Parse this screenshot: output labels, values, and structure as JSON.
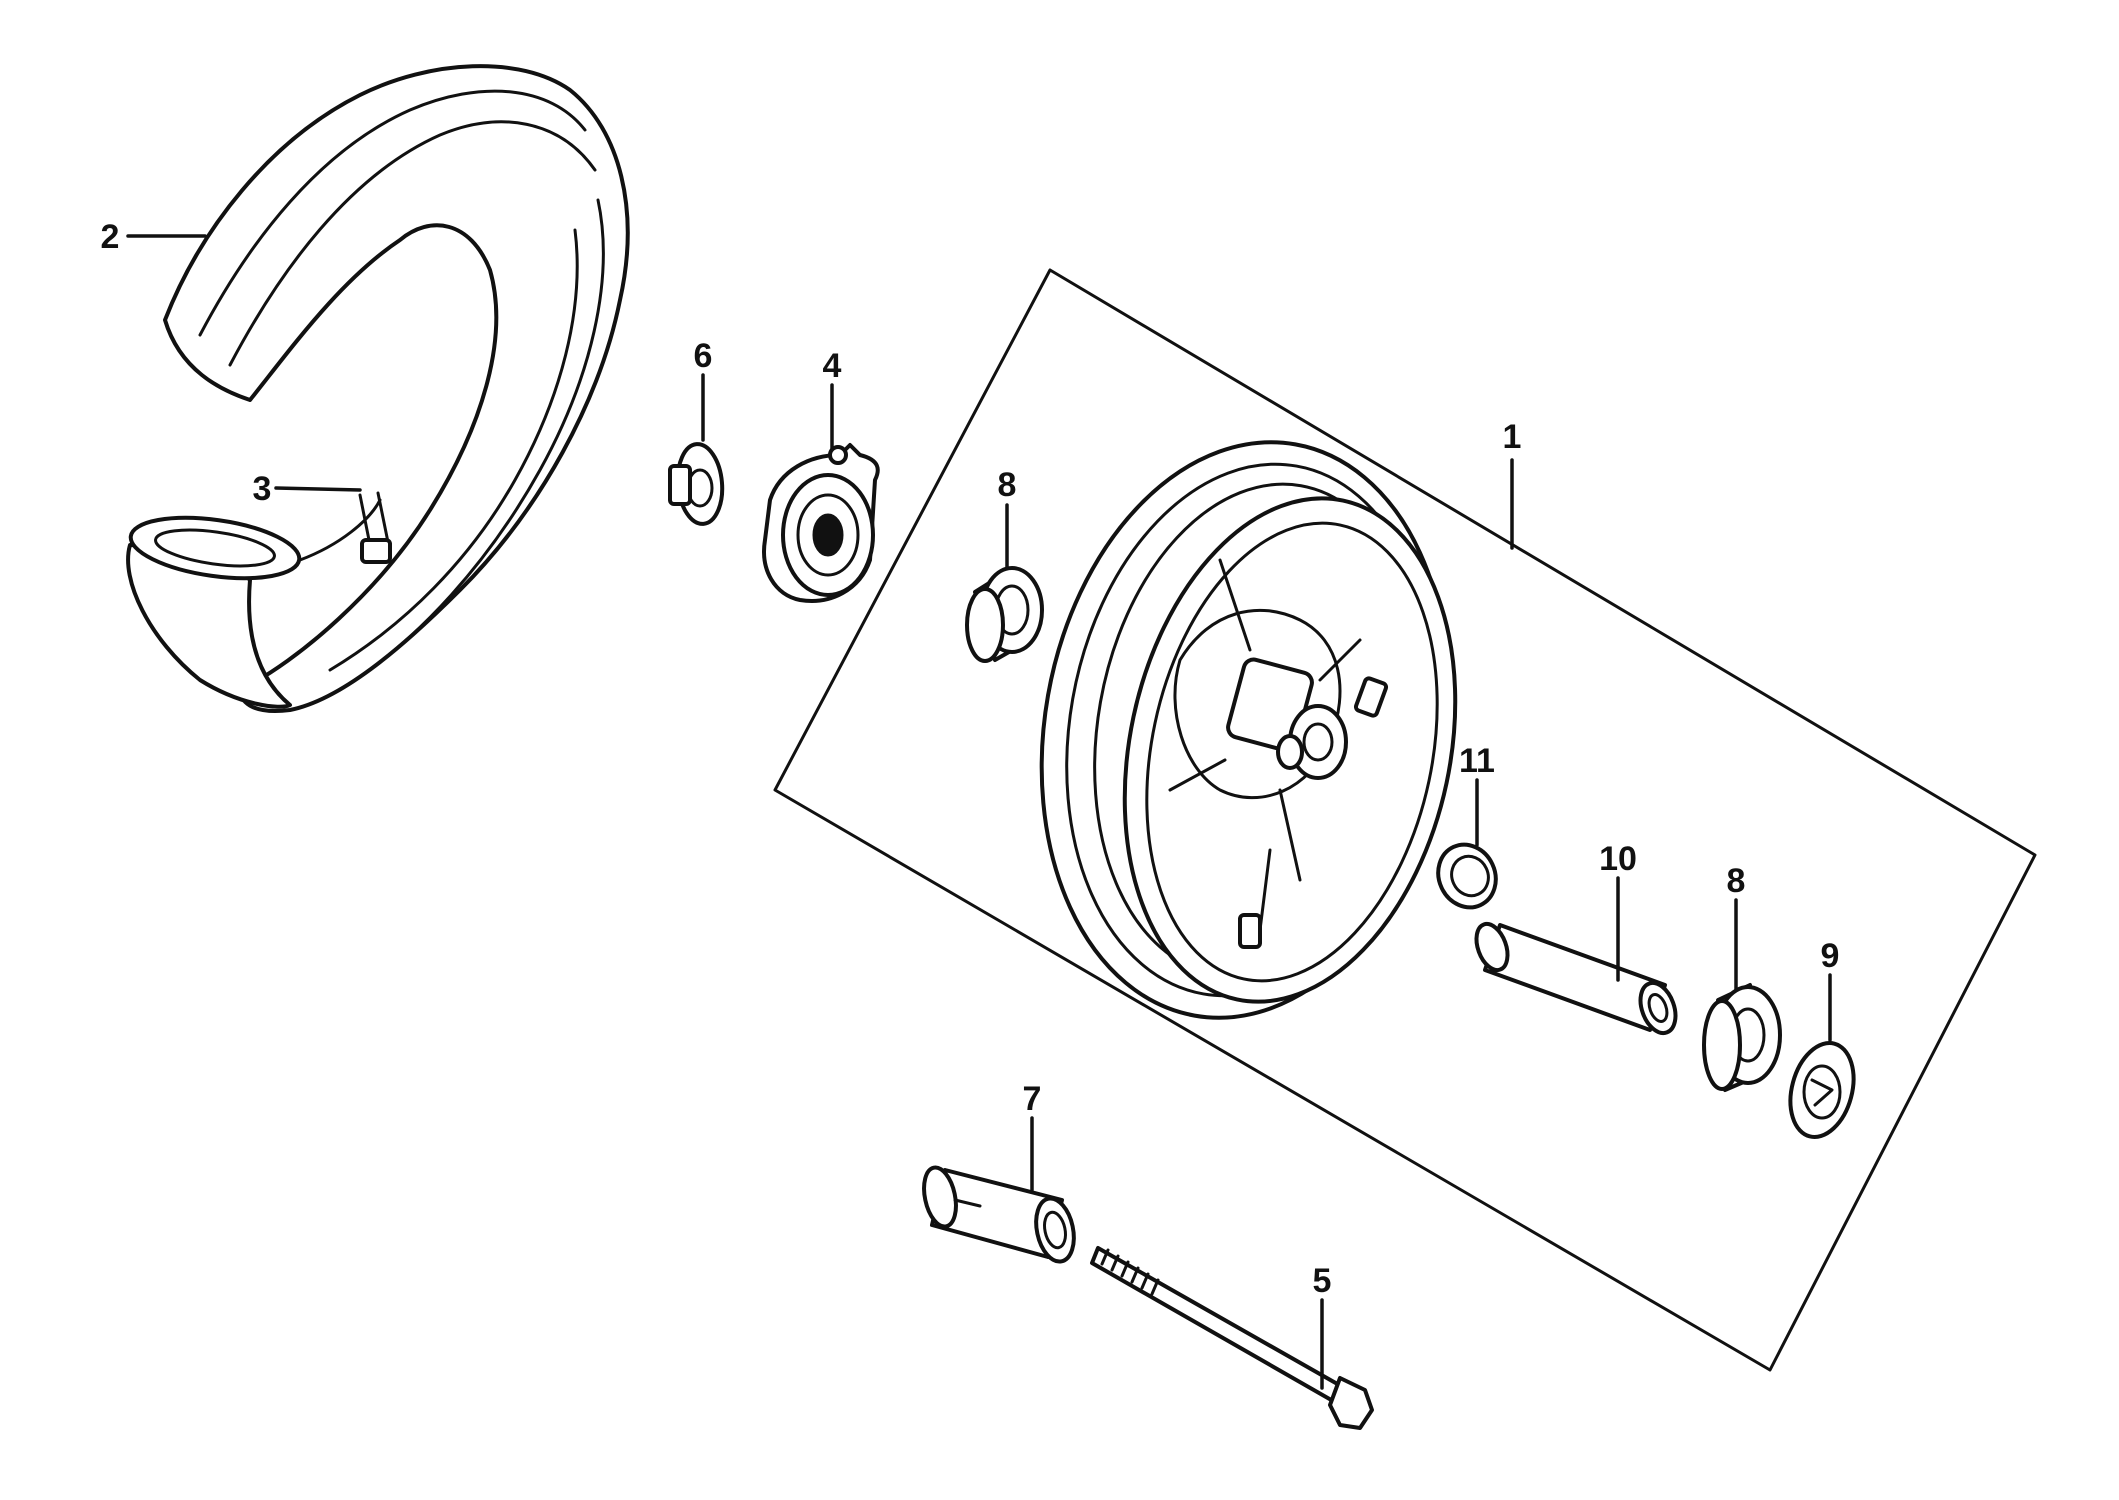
{
  "callouts": [
    {
      "id": "1",
      "label": "1"
    },
    {
      "id": "2",
      "label": "2"
    },
    {
      "id": "3",
      "label": "3"
    },
    {
      "id": "4",
      "label": "4"
    },
    {
      "id": "5",
      "label": "5"
    },
    {
      "id": "6",
      "label": "6"
    },
    {
      "id": "7",
      "label": "7"
    },
    {
      "id": "8a",
      "label": "8"
    },
    {
      "id": "8b",
      "label": "8"
    },
    {
      "id": "9",
      "label": "9"
    },
    {
      "id": "10",
      "label": "10"
    },
    {
      "id": "11",
      "label": "11"
    }
  ],
  "colors": {
    "line": "#111111",
    "background": "#ffffff"
  }
}
